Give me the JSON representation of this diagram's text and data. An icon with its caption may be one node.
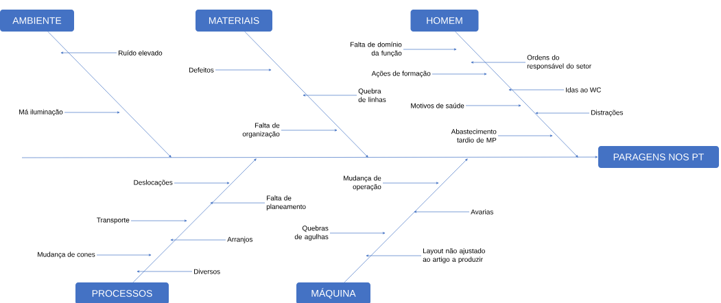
{
  "diagram": {
    "nodes": [
      {
        "text": [
          "AMBIENTE"
        ]
      },
      {
        "text": [
          "Ruído elevado"
        ]
      },
      {
        "text": [
          "Má iluminação"
        ]
      },
      {
        "text": [
          "MATERIAIS"
        ]
      },
      {
        "text": [
          "Defeitos"
        ]
      },
      {
        "text": [
          "Quebra de linhas"
        ]
      },
      {
        "text": [
          "Falta de organização"
        ]
      },
      {
        "text": [
          "HOMEM"
        ]
      },
      {
        "text": [
          "Falta de domínio da função"
        ]
      },
      {
        "text": [
          "Ordens do responsável do setor"
        ]
      },
      {
        "text": [
          "Ações de formação"
        ]
      },
      {
        "text": [
          "Idas ao WC"
        ]
      },
      {
        "text": [
          "Motivos de saúde"
        ]
      },
      {
        "text": [
          "Distrações"
        ]
      },
      {
        "text": [
          "Abastecimento tardio de MP"
        ]
      },
      {
        "text": [
          "PARAGENS NOS PT"
        ]
      },
      {
        "text": [
          "Deslocações"
        ]
      },
      {
        "text": [
          "Falta de planeamento"
        ]
      },
      {
        "text": [
          "Transporte"
        ]
      },
      {
        "text": [
          "Arranjos"
        ]
      },
      {
        "text": [
          "Mudança de cones"
        ]
      },
      {
        "text": [
          "Diversos"
        ]
      },
      {
        "text": [
          "PROCESSOS"
        ]
      },
      {
        "text": [
          "Mudança de operação"
        ]
      },
      {
        "text": [
          "Avarias"
        ]
      },
      {
        "text": [
          "Quebras de agulhas"
        ]
      },
      {
        "text": [
          "Layout não ajustado ao artigo a produzir"
        ]
      },
      {
        "text": [
          "MÁQUINA"
        ]
      }
    ],
    "edges": [
      {
        "from": null,
        "to": 15,
        "arrow": "to"
      },
      {
        "from": 0,
        "to": null,
        "arrow": "to"
      },
      {
        "from": 3,
        "to": null,
        "arrow": "to"
      },
      {
        "from": 7,
        "to": null,
        "arrow": "to"
      },
      {
        "from": 22,
        "to": null,
        "arrow": "to"
      },
      {
        "from": 27,
        "to": null,
        "arrow": "to"
      },
      {
        "from": 1,
        "to": null,
        "arrow": "to"
      },
      {
        "from": 2,
        "to": null,
        "arrow": "to"
      },
      {
        "from": 4,
        "to": null,
        "arrow": "to"
      },
      {
        "from": 5,
        "to": null,
        "arrow": "to"
      },
      {
        "from": 6,
        "to": null,
        "arrow": "to"
      },
      {
        "from": 8,
        "to": null,
        "arrow": "to"
      },
      {
        "from": 9,
        "to": null,
        "arrow": "to"
      },
      {
        "from": 10,
        "to": null,
        "arrow": "to"
      },
      {
        "from": 11,
        "to": null,
        "arrow": "to"
      },
      {
        "from": 12,
        "to": null,
        "arrow": "to"
      },
      {
        "from": 13,
        "to": null,
        "arrow": "to"
      },
      {
        "from": 14,
        "to": null,
        "arrow": "to"
      },
      {
        "from": 16,
        "to": null,
        "arrow": "to"
      },
      {
        "from": 17,
        "to": null,
        "arrow": "to"
      },
      {
        "from": 18,
        "to": null,
        "arrow": "to"
      },
      {
        "from": 19,
        "to": null,
        "arrow": "to"
      },
      {
        "from": 20,
        "to": null,
        "arrow": "to"
      },
      {
        "from": 21,
        "to": null,
        "arrow": "to"
      },
      {
        "from": 23,
        "to": null,
        "arrow": "to"
      },
      {
        "from": 24,
        "to": null,
        "arrow": "to"
      },
      {
        "from": 25,
        "to": null,
        "arrow": "to"
      },
      {
        "from": 26,
        "to": null,
        "arrow": "to"
      }
    ]
  }
}
